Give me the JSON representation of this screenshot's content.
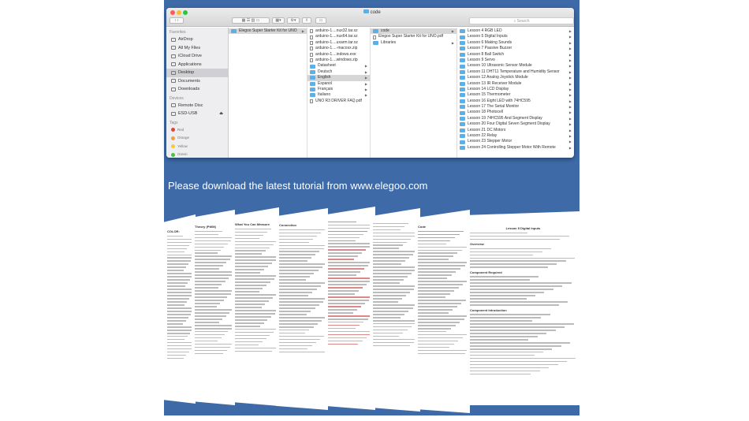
{
  "window": {
    "title": "code",
    "search_placeholder": "Search"
  },
  "sidebar": {
    "favorites_label": "Favorites",
    "favorites": [
      "AirDrop",
      "All My Files",
      "iCloud Drive",
      "Applications",
      "Desktop",
      "Documents",
      "Downloads"
    ],
    "devices_label": "Devices",
    "devices": [
      "Remote Disc",
      "ESD-USB"
    ],
    "tags_label": "Tags",
    "tags": [
      {
        "name": "Red",
        "color": "#e0443e"
      },
      {
        "name": "Orange",
        "color": "#f0a030"
      },
      {
        "name": "Yellow",
        "color": "#f0d030"
      },
      {
        "name": "Green",
        "color": "#4cc040"
      }
    ]
  },
  "columns": [
    [
      {
        "name": "Elegoo Super Starter Kit for UNO",
        "type": "folder",
        "sel": true,
        "arrow": true
      }
    ],
    [
      {
        "name": "arduino-1....nux32.tar.xz",
        "type": "file"
      },
      {
        "name": "arduino-1....nux64.tar.xz",
        "type": "file"
      },
      {
        "name": "arduino-1....uxarm.tar.xz",
        "type": "file"
      },
      {
        "name": "arduino-1....-macosx.zip",
        "type": "file"
      },
      {
        "name": "arduino-1....indows.exe",
        "type": "file"
      },
      {
        "name": "arduino-1....windows.zip",
        "type": "file"
      },
      {
        "name": "Datasheet",
        "type": "folder",
        "arrow": true
      },
      {
        "name": "Deutsch",
        "type": "folder",
        "arrow": true
      },
      {
        "name": "English",
        "type": "folder",
        "sel": true,
        "arrow": true
      },
      {
        "name": "Espanol",
        "type": "folder",
        "arrow": true
      },
      {
        "name": "Français",
        "type": "folder",
        "arrow": true
      },
      {
        "name": "Italiano",
        "type": "folder",
        "arrow": true
      },
      {
        "name": "UNO R3 DRIVER FAQ.pdf",
        "type": "file"
      }
    ],
    [
      {
        "name": "code",
        "type": "folder",
        "sel": true,
        "arrow": true
      },
      {
        "name": "Elegoo Super Starter Kit for UNO.pdf",
        "type": "file"
      },
      {
        "name": "Libraries",
        "type": "folder",
        "arrow": true
      }
    ],
    [
      {
        "name": "Lesson 4 RGB LED",
        "type": "folder",
        "arrow": true
      },
      {
        "name": "Lesson 5 Digital Inputs",
        "type": "folder",
        "arrow": true
      },
      {
        "name": "Lesson 6 Making Sounds",
        "type": "folder",
        "arrow": true
      },
      {
        "name": "Lesson 7 Passive Buzzer",
        "type": "folder",
        "arrow": true
      },
      {
        "name": "Lesson 8 Ball Switch",
        "type": "folder",
        "arrow": true
      },
      {
        "name": "Lesson 9 Servo",
        "type": "folder",
        "arrow": true
      },
      {
        "name": "Lesson 10 Ultrasonic Sensor Module",
        "type": "folder",
        "arrow": true
      },
      {
        "name": "Lesson 11 DHT11 Temperature and Humidity Sensor",
        "type": "folder",
        "arrow": true
      },
      {
        "name": "Lesson 12 Analog Joystick Module",
        "type": "folder",
        "arrow": true
      },
      {
        "name": "Lesson 13 IR Receiver Module",
        "type": "folder",
        "arrow": true
      },
      {
        "name": "Lesson 14 LCD Display",
        "type": "folder",
        "arrow": true
      },
      {
        "name": "Lesson 15 Thermometer",
        "type": "folder",
        "arrow": true
      },
      {
        "name": "Lesson 16 Eight LED with 74HC595",
        "type": "folder",
        "arrow": true
      },
      {
        "name": "Lesson 17 The Serial Monitor",
        "type": "folder",
        "arrow": true
      },
      {
        "name": "Lesson 18 Photocell",
        "type": "folder",
        "arrow": true
      },
      {
        "name": "Lesson 19 74HC595 And Segment Display",
        "type": "folder",
        "arrow": true
      },
      {
        "name": "Lesson 20 Four Digital Seven Segment Display",
        "type": "folder",
        "arrow": true
      },
      {
        "name": "Lesson 21 DC Motors",
        "type": "folder",
        "arrow": true
      },
      {
        "name": "Lesson 22 Relay",
        "type": "folder",
        "arrow": true
      },
      {
        "name": "Lesson 23 Stepper Motor",
        "type": "folder",
        "arrow": true
      },
      {
        "name": "Lesson 24 Controlling Stepper Motor With Remote",
        "type": "folder",
        "arrow": true
      }
    ]
  ],
  "caption": "Please download the latest tutorial from www.elegoo.com",
  "pages": [
    {
      "heading": "COLOR:"
    },
    {
      "heading": "Theory (PWM)"
    },
    {
      "heading": "What You Can Measure"
    },
    {
      "heading": "Connection"
    },
    {
      "heading": ""
    },
    {
      "heading": ""
    },
    {
      "heading": "Code"
    },
    {
      "heading": "Lesson 5 Digital Inputs",
      "sections": [
        "Overview",
        "Component Required",
        "Component Introduction"
      ]
    }
  ]
}
